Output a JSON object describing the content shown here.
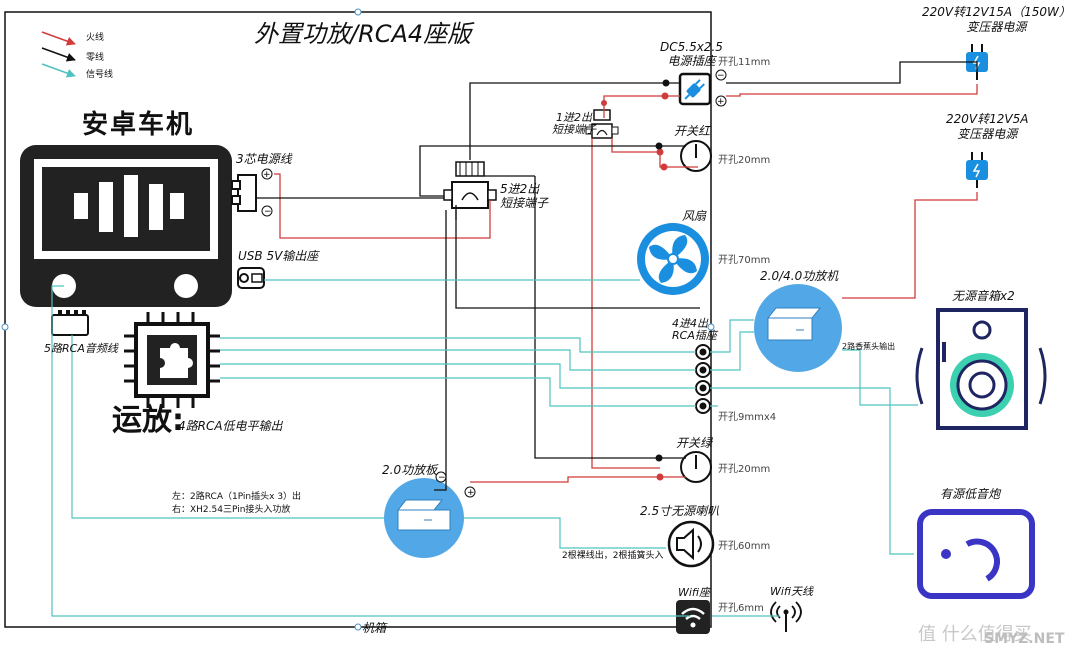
{
  "title": "外置功放/RCA4座版",
  "colors": {
    "fire": "#d23b3b",
    "neutral": "#111111",
    "signal": "#4fc3c0",
    "blue": "#1a8fe0",
    "indigo": "#3a35c4"
  },
  "legend": [
    {
      "label": "火线",
      "color": "#d23b3b"
    },
    {
      "label": "零线",
      "color": "#111111"
    },
    {
      "label": "信号线",
      "color": "#4fc3c0"
    }
  ],
  "components": {
    "head_unit": "安卓车机",
    "power_cable_3pin": "3芯电源线",
    "usb_socket": "USB 5V输出座",
    "rca_cable": "5路RCA音频线",
    "op_amp": "运放:",
    "op_amp_output": "4路RCA低电平输出",
    "dc_socket": "DC5.5x2.5\n电源插座",
    "one_in_two_out": "1进2出\n短接端子",
    "five_in_two_out": "5进2出\n短接端子",
    "switch_red": "开关红",
    "fan": "风扇",
    "amp_20_40": "2.0/4.0功放机",
    "rca_4in4out": "4进4出\nRCA插座",
    "switch_green": "开关绿",
    "amp_board": "2.0功放板",
    "speaker_25": "2.5寸无源喇叭",
    "wifi_socket": "Wifi座",
    "wifi_antenna": "Wifi天线",
    "chassis": "机箱",
    "psu_150w": "220V转12V15A（150W）\n变压器电源",
    "psu_5a": "220V转12V5A\n变压器电源",
    "passive_speakers": "无源音箱x2",
    "subwoofer": "有源低音炮"
  },
  "holes": {
    "dc": "开孔11mm",
    "switch_red": "开孔20mm",
    "fan": "开孔70mm",
    "rca": "开孔9mmx4",
    "switch_green": "开孔20mm",
    "speaker": "开孔60mm",
    "wifi": "开孔6mm"
  },
  "notes": {
    "two_way_out": "2路香蕉头输出",
    "rca_note": "左：2路RCA（1Pin插头x 3）出\n右：XH2.54三Pin接头入功放",
    "speaker_note": "2根裸线出，2根插簧头入"
  },
  "watermark": {
    "brand": "值 什么值得买",
    "domain": "SMYZ.NET"
  }
}
